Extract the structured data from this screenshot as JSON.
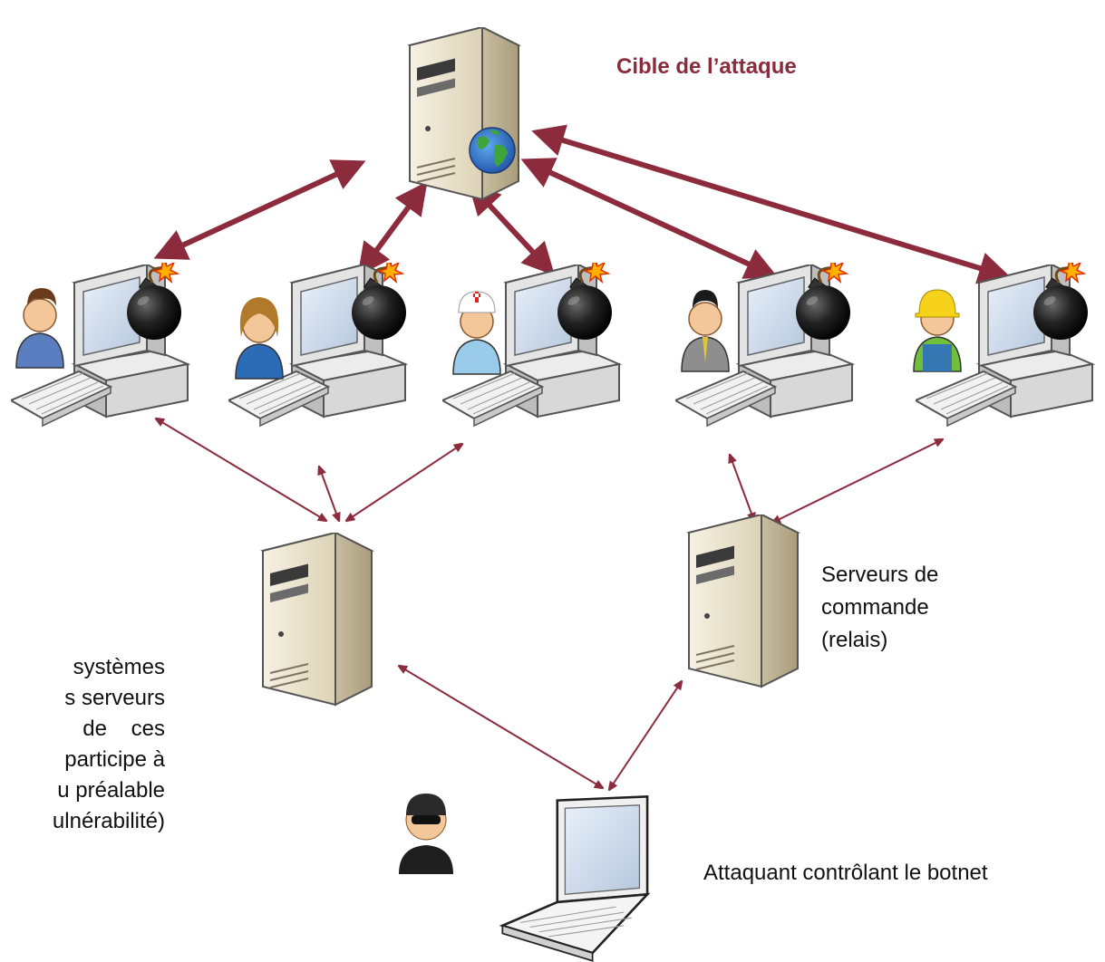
{
  "target_label": "Cible de l’attaque",
  "command_servers_label": [
    "Serveurs de",
    "commande",
    "(relais)"
  ],
  "attacker_label": "Attaquant contrôlant le botnet",
  "left_text_lines": [
    "systèmes",
    "s serveurs",
    "de    ces",
    "participe à",
    "u préalable",
    "ulnérabilité)"
  ],
  "colors": {
    "arrow": "#8B2B3C",
    "server_body": "#EDE6D2",
    "server_shadow": "#C9BFA3",
    "bomb": "#1a1a1a"
  },
  "icons": [
    "server-icon",
    "globe-icon",
    "workstation-icon",
    "bomb-icon",
    "user-icon",
    "laptop-icon",
    "hacker-icon"
  ],
  "users": [
    "user-male-brown",
    "user-female",
    "user-nurse",
    "user-businessman",
    "user-worker"
  ]
}
